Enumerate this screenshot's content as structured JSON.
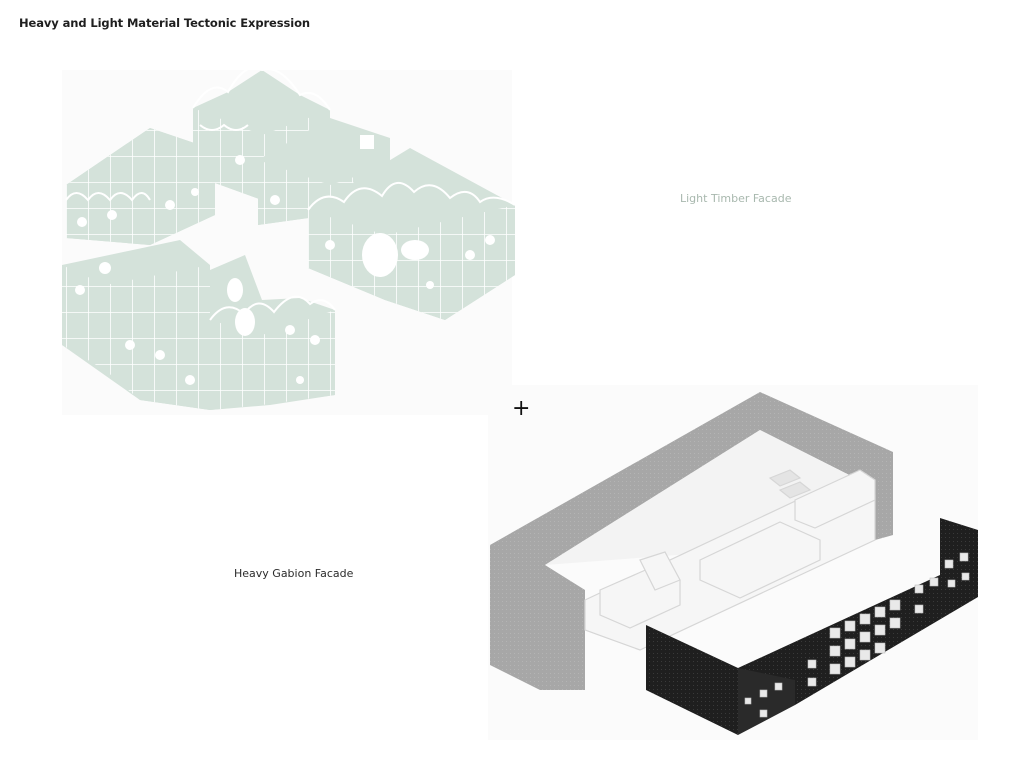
{
  "title": "Heavy and Light Material Tectonic Expression",
  "labels": {
    "light": "Light Timber Facade",
    "heavy": "Heavy Gabion Facade"
  },
  "plus_sign": "+",
  "colors": {
    "timber_fill": "#d4e2da",
    "timber_line": "#ffffff",
    "gabion_dark": "#1e1e1e",
    "concrete_grey": "#a9a9a9",
    "light_label": "#a8b8ae"
  }
}
